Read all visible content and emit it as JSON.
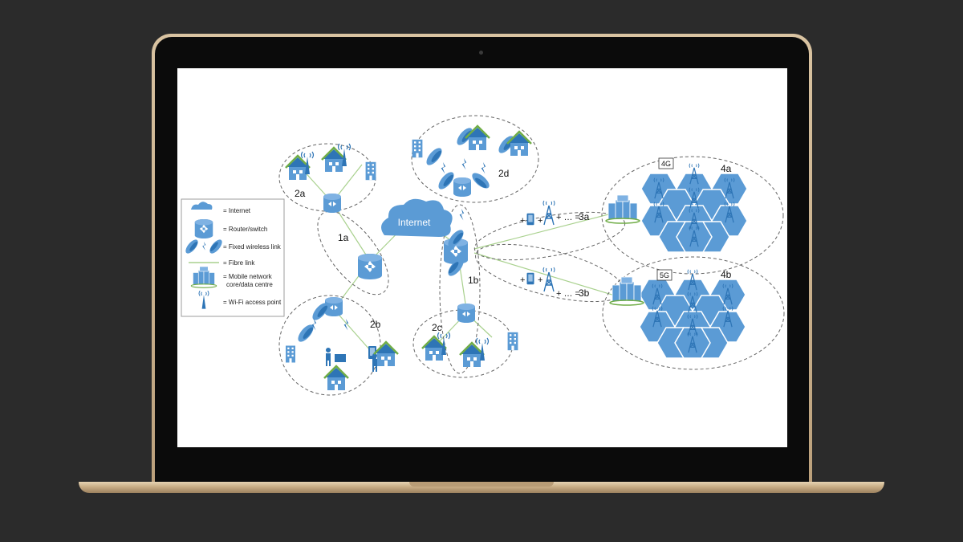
{
  "diagram": {
    "internet_label": "Internet",
    "regions": {
      "r1a": "1a",
      "r1b": "1b",
      "r2a": "2a",
      "r2b": "2b",
      "r2c": "2c",
      "r2d": "2d",
      "r3a": "3a",
      "r3b": "3b",
      "r4a": "4a",
      "r4b": "4b"
    },
    "badges": {
      "g4": "4G",
      "g5": "5G"
    },
    "links": {
      "a3_p1": "+",
      "a3_p2": "+",
      "a3_p3": "+ … = ",
      "b3_p1": "+",
      "b3_p2": "+",
      "b3_p3": "+ … = "
    },
    "legend": {
      "internet": "= Internet",
      "router": "= Router/switch",
      "wireless": "= Fixed wireless link",
      "fibre": "= Fibre link",
      "mobile_1": "= Mobile network",
      "mobile_2": "core/data centre",
      "wifi": "= Wi-Fi access point"
    }
  },
  "colors": {
    "icon_fill": "#5b9bd5",
    "icon_dark": "#2e75b6",
    "hex_fill": "#5b9bd5",
    "fibre": "#a9d18e",
    "lid": "#c9ad85"
  }
}
